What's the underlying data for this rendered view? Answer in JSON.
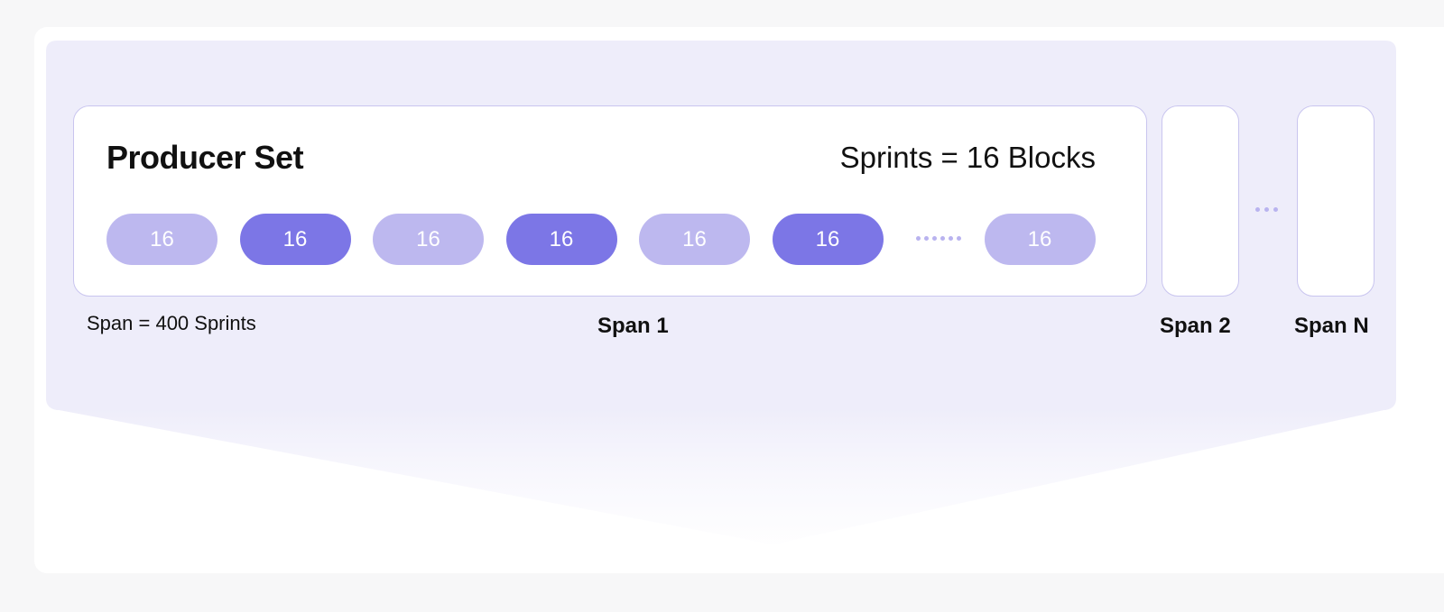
{
  "producer_card": {
    "title": "Producer Set",
    "sprint_note": "Sprints = 16 Blocks",
    "blocks": [
      {
        "value": "16",
        "shade": "light"
      },
      {
        "value": "16",
        "shade": "dark"
      },
      {
        "value": "16",
        "shade": "light"
      },
      {
        "value": "16",
        "shade": "dark"
      },
      {
        "value": "16",
        "shade": "light"
      },
      {
        "value": "16",
        "shade": "dark"
      },
      {
        "value": "16",
        "shade": "light"
      }
    ],
    "ellipsis_after_index": 5
  },
  "span_definition": "Span = 400 Sprints",
  "spans": {
    "span1_label": "Span 1",
    "span2_label": "Span 2",
    "spanN_label": "Span N"
  },
  "colors": {
    "panel_background": "#eeedfa",
    "block_light": "#bdb8ef",
    "block_dark": "#7c76e6",
    "card_border": "#c9c5ef",
    "dots": "#b9b3ef"
  }
}
